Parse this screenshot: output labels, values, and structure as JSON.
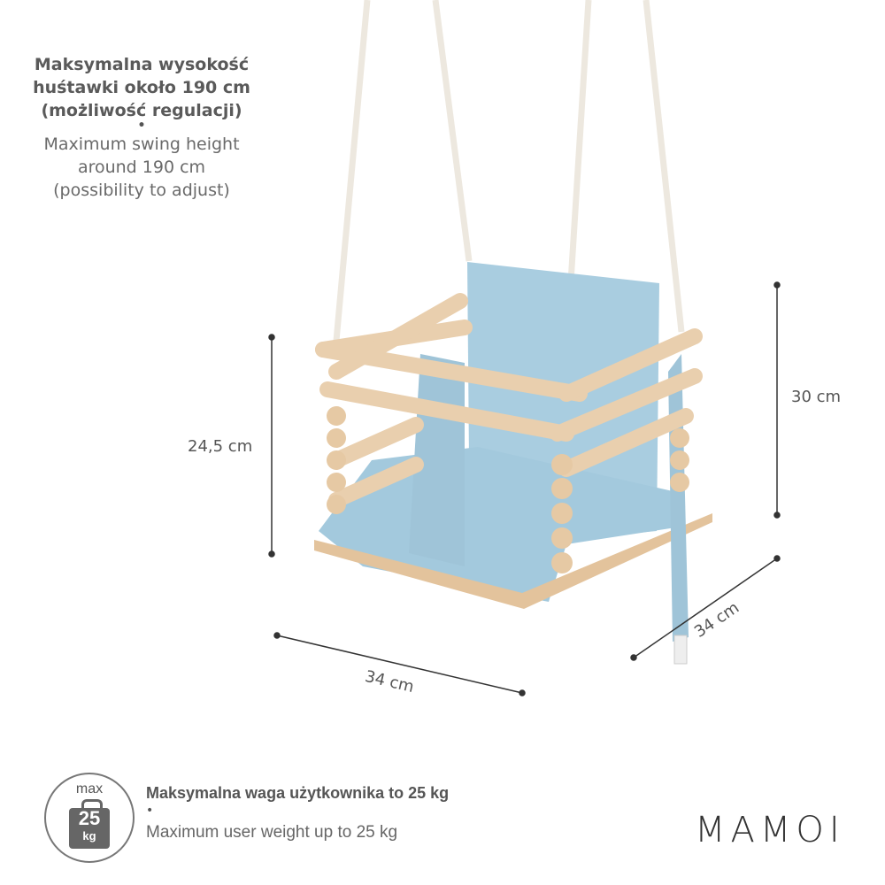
{
  "height_info": {
    "pl_lines": [
      "Maksymalna wysokość",
      "huśtawki około 190 cm",
      "(możliwość regulacji)"
    ],
    "separator": "•",
    "en_lines": [
      "Maximum swing height",
      "around 190 cm",
      "(possibility to adjust)"
    ]
  },
  "dimensions": {
    "seat_height": "24,5 cm",
    "back_height": "30 cm",
    "width": "34 cm",
    "depth": "34 cm"
  },
  "weight_info": {
    "icon": {
      "top": "max",
      "value": "25",
      "unit": "kg"
    },
    "pl": "Maksymalna waga użytkownika to 25 kg",
    "separator": "•",
    "en": "Maximum user weight up to 25 kg"
  },
  "brand": {
    "logo_text": "MAMOI"
  },
  "colors": {
    "cushion": "#a9cde0",
    "wood": "#e9cfae",
    "rope": "#ede8df",
    "text": "#555555"
  }
}
